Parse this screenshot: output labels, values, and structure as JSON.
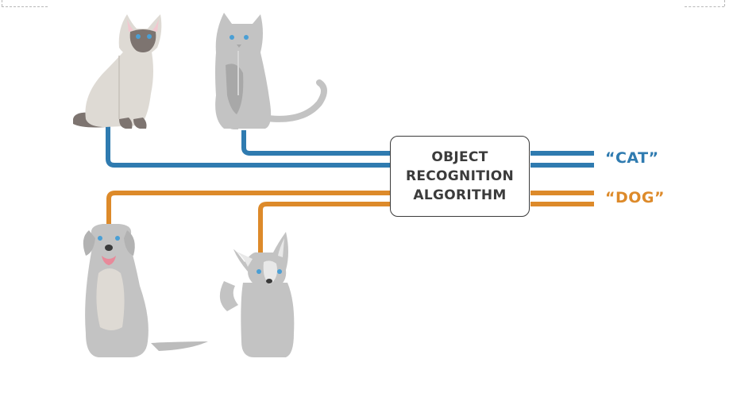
{
  "algorithm": {
    "label": "OBJECT\nRECOGNITION\nALGORITHM"
  },
  "outputs": {
    "cat": {
      "label": "“CAT”",
      "color": "#2f7bb0"
    },
    "dog": {
      "label": "“DOG”",
      "color": "#dd8a2a"
    }
  },
  "colors": {
    "cat_line": "#2f7bb0",
    "dog_line": "#dd8a2a",
    "box_border": "#3a3a3a",
    "text": "#3b3b3b",
    "animal_gray": "#c3c3c3",
    "animal_light": "#dedad4",
    "siamese_dark": "#7d7470",
    "eye_blue": "#4a9fd5",
    "nose": "#3a3a3a",
    "tongue": "#e88a9a"
  },
  "illustrations": [
    {
      "name": "siamese-cat-icon",
      "class": "cat"
    },
    {
      "name": "gray-cat-icon",
      "class": "cat"
    },
    {
      "name": "retriever-dog-icon",
      "class": "dog"
    },
    {
      "name": "corgi-dog-icon",
      "class": "dog"
    }
  ]
}
